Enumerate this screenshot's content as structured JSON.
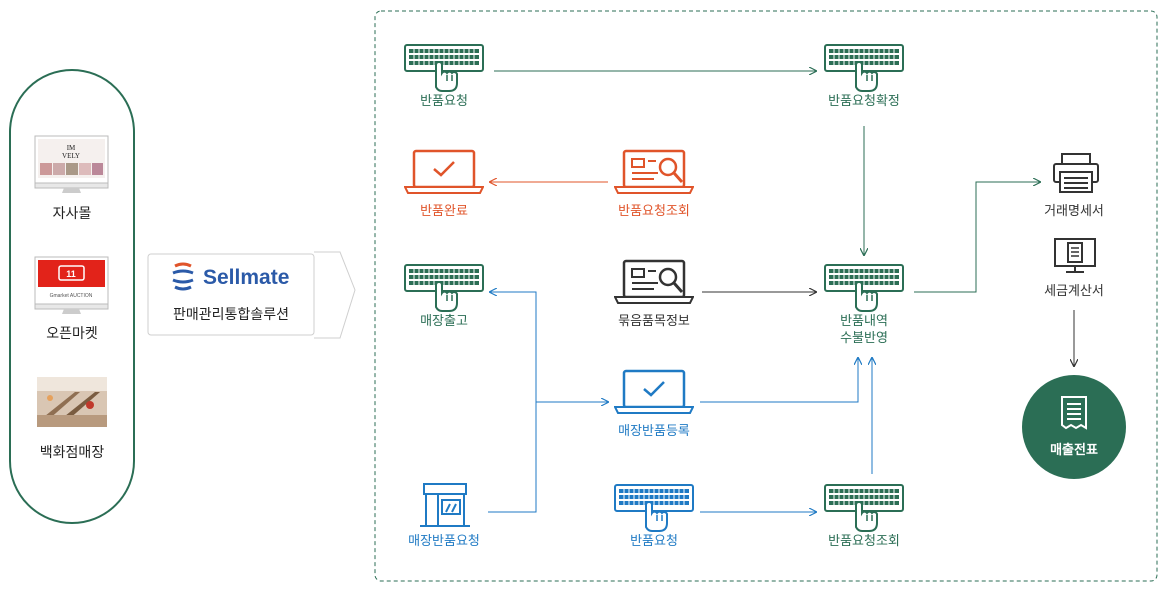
{
  "channels": {
    "own_mall": "자사몰",
    "open_market": "오픈마켓",
    "department_store": "백화점매장",
    "own_mall_screen_text": "IM\nVELY",
    "open_market_logo": "11",
    "open_market_sublogo": "Gmarket  AUCTION"
  },
  "solution": {
    "brand": "Sellmate",
    "subtitle": "판매관리통합솔루션"
  },
  "nodes": {
    "return_request_top": "반품요청",
    "return_request_confirm": "반품요청확정",
    "return_complete": "반품완료",
    "return_request_inquiry_orange": "반품요청조회",
    "store_shipment": "매장출고",
    "bundle_item_info": "묶음품목정보",
    "return_stock_line1": "반품내역",
    "return_stock_line2": "수불반영",
    "store_return_register": "매장반품등록",
    "store_return_request": "매장반품요청",
    "return_request_blue": "반품요청",
    "return_request_inquiry_bottom": "반품요청조회",
    "transaction_statement": "거래명세서",
    "tax_invoice": "세금계산서",
    "sales_slip": "매출전표"
  },
  "colors": {
    "green": "#2b6e55",
    "orange": "#e0542a",
    "blue": "#1f7ac4",
    "gray": "#333333"
  }
}
